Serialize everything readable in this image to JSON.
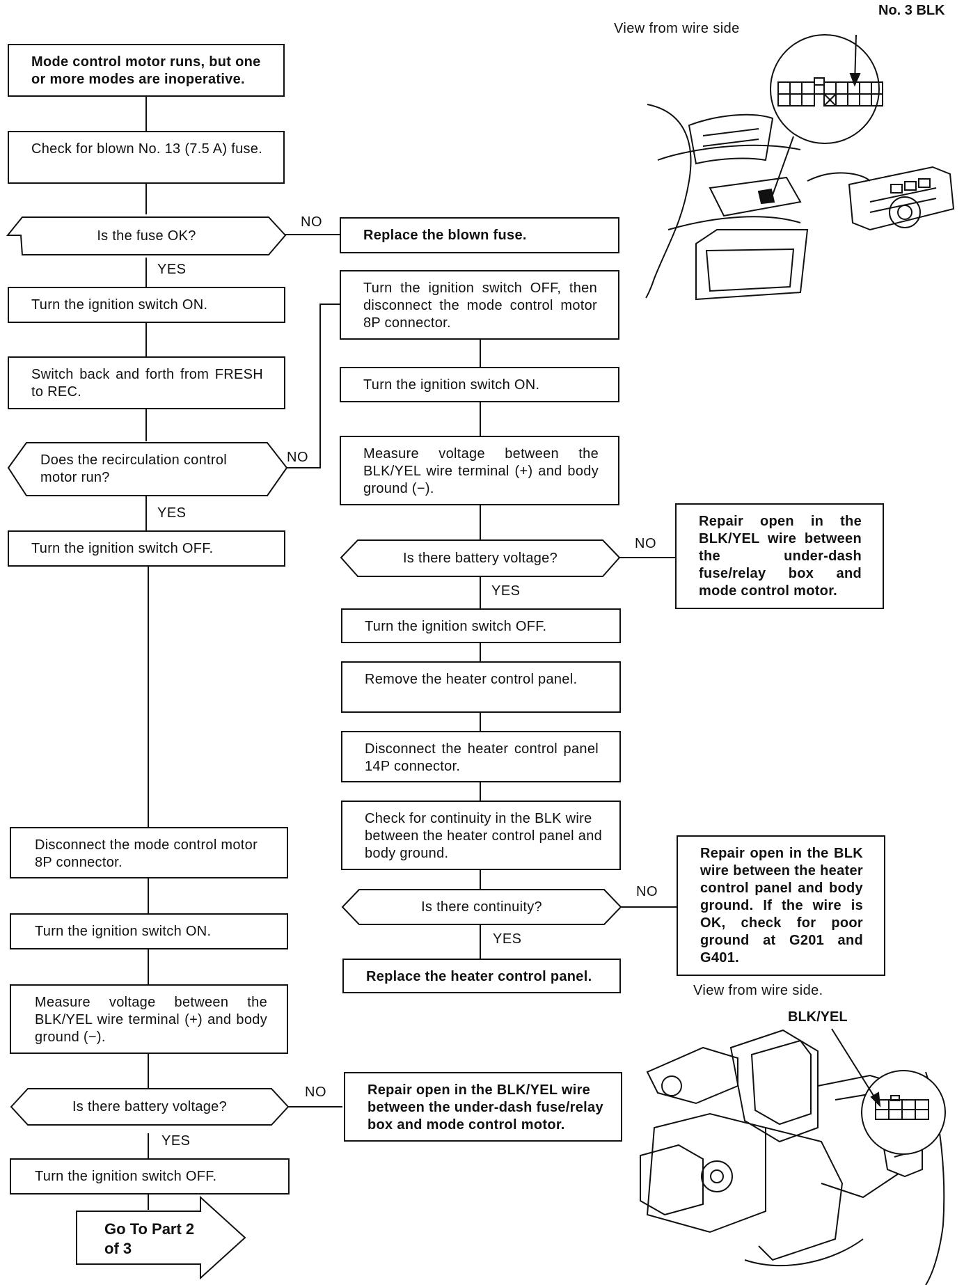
{
  "left": {
    "start": "Mode control motor runs, but one or more modes are inoperative.",
    "check_fuse": "Check for blown No. 13 (7.5 A) fuse.",
    "q_fuse": "Is the fuse OK?",
    "ign_on": "Turn the ignition switch ON.",
    "switch_back": "Switch back and forth from FRESH to REC.",
    "q_recirc": "Does the recirculation control motor run?",
    "ign_off": "Turn the ignition switch OFF.",
    "disc_8p": "Disconnect the mode control motor 8P connector.",
    "ign_on_2": "Turn the ignition switch ON.",
    "measure": "Measure voltage between the BLK/YEL wire terminal (+) and body ground (−).",
    "q_batt": "Is there battery voltage?",
    "ign_off_2": "Turn the ignition switch OFF.",
    "goto": "Go To Part 2 of 3"
  },
  "right": {
    "replace_fuse": "Replace the blown fuse.",
    "ign_off_disc": "Turn the ignition switch OFF, then disconnect the mode control motor 8P connector.",
    "ign_on": "Turn the ignition switch ON.",
    "measure": "Measure voltage between the BLK/YEL wire terminal (+) and body ground (−).",
    "q_batt": "Is there battery voltage?",
    "ign_off": "Turn the ignition switch OFF.",
    "remove_panel": "Remove the heater control panel.",
    "disc_14p": "Disconnect the heater control panel 14P connector.",
    "check_cont": "Check for continuity in the BLK wire between the heater control panel and body ground.",
    "q_cont": "Is there continuity?",
    "replace_panel": "Replace the heater control panel.",
    "repair_blkyel": "Repair open in the BLK/YEL wire between the under-dash fuse/relay box and mode control motor.",
    "repair_blk": "Repair open in the BLK wire between the heater control panel and body ground. If the wire is OK, check for poor ground at G201 and G401.",
    "repair_blkyel_left": "Repair open in the BLK/YEL wire between the under-dash fuse/relay box and mode control motor."
  },
  "labels": {
    "no": "NO",
    "yes": "YES"
  },
  "illustrations": {
    "top_caption": "View from wire side",
    "top_callout": "No. 3 BLK",
    "bottom_caption": "View from wire side.",
    "bottom_callout": "BLK/YEL"
  }
}
